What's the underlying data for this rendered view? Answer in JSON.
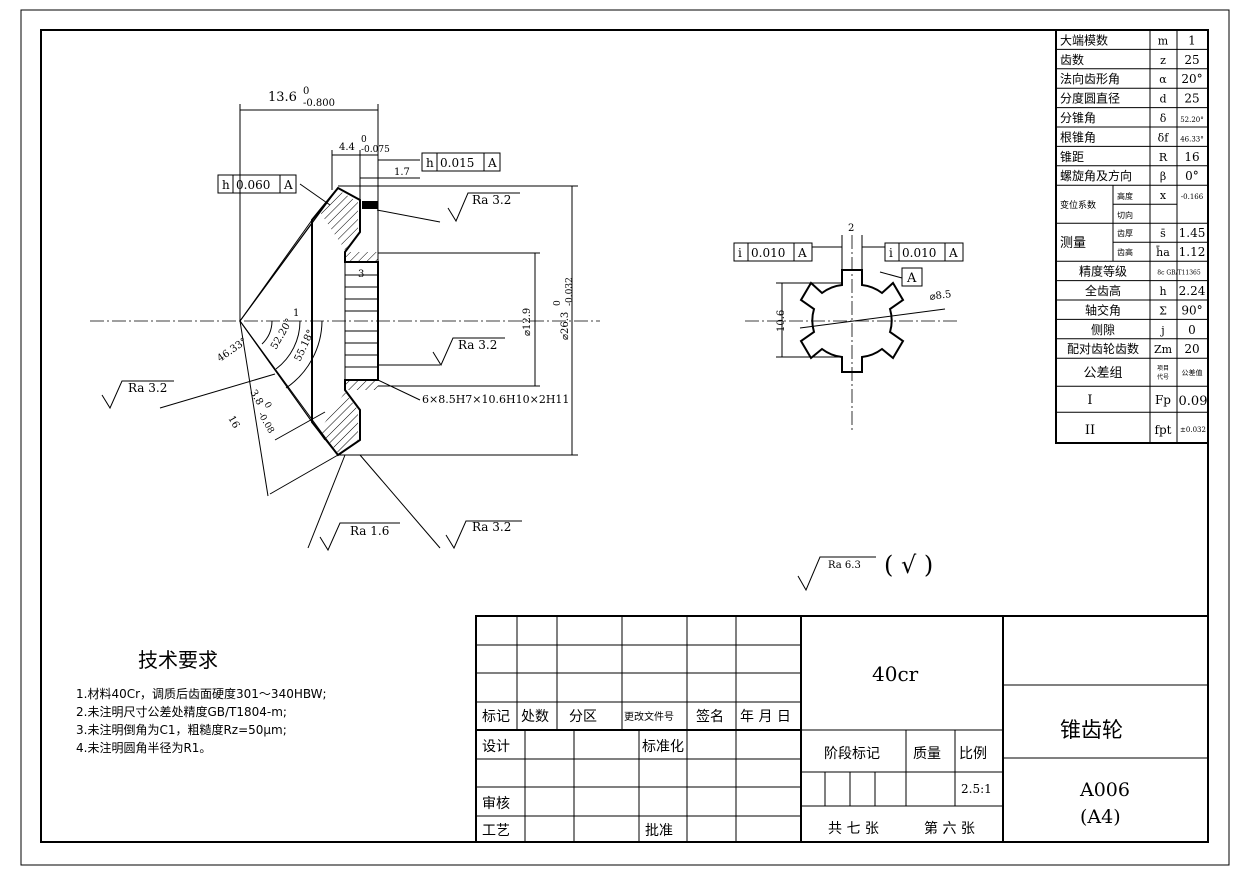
{
  "params_table": {
    "rows": [
      {
        "name": "大端模数",
        "symbol": "m",
        "value": "1"
      },
      {
        "name": "齿数",
        "symbol": "z",
        "value": "25"
      },
      {
        "name": "法向齿形角",
        "symbol": "α",
        "value": "20°"
      },
      {
        "name": "分度圆直径",
        "symbol": "d",
        "value": "25"
      },
      {
        "name": "分锥角",
        "symbol": "δ",
        "value": "52.20°"
      },
      {
        "name": "根锥角",
        "symbol": "δf",
        "value": "46.33°"
      },
      {
        "name": "锥距",
        "symbol": "R",
        "value": "16"
      },
      {
        "name": "螺旋角及方向",
        "symbol": "β",
        "value": "0°"
      }
    ],
    "shift_label": "变位系数",
    "shift_height": "高度",
    "shift_tangent": "切向",
    "shift_symbol": "x",
    "shift_value": "-0.166",
    "measure_label": "测量",
    "measure_thickness": "齿厚",
    "measure_height": "齿高",
    "thickness_symbol": "s̄",
    "thickness_value": "1.45",
    "height_symbol": "h̄a",
    "height_value": "1.12",
    "rows2": [
      {
        "name": "精度等级",
        "symbol": "8c GB/T11365",
        "value": ""
      },
      {
        "name": "全齿高",
        "symbol": "h",
        "value": "2.24"
      },
      {
        "name": "轴交角",
        "symbol": "Σ",
        "value": "90°"
      },
      {
        "name": "侧隙",
        "symbol": "j",
        "value": "0"
      },
      {
        "name": "配对齿轮齿数",
        "symbol": "Zm",
        "value": "20"
      }
    ],
    "tol_group": "公差组",
    "item_code": "项目代号",
    "tol_value": "公差值",
    "group1": "I",
    "group1_symbol": "Fp",
    "group1_value": "0.09",
    "group2": "II",
    "group2_symbol": "fpt",
    "group2_value": "±0.032"
  },
  "drawing": {
    "dim_13_6": "13.6",
    "dim_13_6_upper": "0",
    "dim_13_6_lower": "-0.800",
    "dim_4_4": "4.4",
    "dim_4_4_upper": "0",
    "dim_4_4_lower": "-0.075",
    "dim_1_7": "1.7",
    "runout1_symbol": "h",
    "runout1_value": "0.060",
    "runout1_datum": "A",
    "runout2_symbol": "h",
    "runout2_value": "0.015",
    "runout2_datum": "A",
    "ra_top": "Ra 3.2",
    "ra_bore": "Ra 3.2",
    "ra_left": "Ra 3.2",
    "ra_bottom1": "Ra 1.6",
    "ra_bottom2": "Ra 3.2",
    "label_3": "3",
    "label_1": "1",
    "angle_46": "46.33°",
    "angle_52": "52.20°",
    "angle_55": "55.18°",
    "dim_12_9": "⌀12.9",
    "dim_26_3": "⌀26.3",
    "dim_26_3_upper": "0",
    "dim_26_3_lower": "-0.032",
    "dim_3_8": "3.8",
    "dim_3_8_upper": "0",
    "dim_3_8_lower": "-0.08",
    "dim_16": "16",
    "spline_spec": "6×8.5H7×10.6H10×2H11",
    "sym1_symbol": "i",
    "sym1_value": "0.010",
    "sym1_datum": "A",
    "sym2_symbol": "i",
    "sym2_value": "0.010",
    "sym2_datum": "A",
    "dim_2": "2",
    "datum_a": "A",
    "dim_8_5": "⌀8.5",
    "dim_10_6": "10.6",
    "general_ra": "Ra 6.3",
    "general_mark": "( √ )"
  },
  "tech_requirements": {
    "title": "技术要求",
    "items": [
      "1.材料40Cr，调质后齿面硬度301～340HBW;",
      "2.未注明尺寸公差处精度GB/T1804-m;",
      "3.未注明倒角为C1，粗糙度Rz=50μm;",
      "4.未注明圆角半径为R1。"
    ]
  },
  "title_block": {
    "headers": [
      "标记",
      "处数",
      "分区",
      "更改文件号",
      "签名",
      "年 月 日"
    ],
    "design": "设计",
    "standard": "标准化",
    "review": "审核",
    "process": "工艺",
    "approve": "批准",
    "material": "40cr",
    "stage": "阶段标记",
    "mass": "质量",
    "scale_label": "比例",
    "scale": "2.5:1",
    "sheets": "共 七 张",
    "sheet_no": "第 六 张",
    "part_name": "锥齿轮",
    "drawing_no": "A006",
    "paper": "(A4)"
  }
}
